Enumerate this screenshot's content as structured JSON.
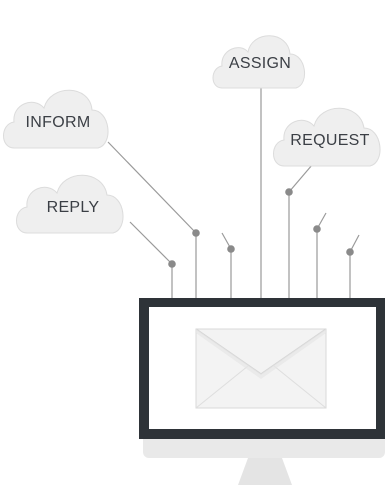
{
  "clouds": {
    "assign": {
      "label": "ASSIGN"
    },
    "inform": {
      "label": "INFORM"
    },
    "request": {
      "label": "REQUEST"
    },
    "reply": {
      "label": "REPLY"
    }
  },
  "icons": {
    "monitor": "monitor-icon",
    "envelope": "envelope-icon",
    "cloud": "cloud-icon"
  },
  "colors": {
    "monitor_frame": "#2e3338",
    "monitor_base": "#e9e9e9",
    "cloud_fill": "#efefef",
    "wire": "#9a9a9a",
    "text": "#3b3f45"
  }
}
